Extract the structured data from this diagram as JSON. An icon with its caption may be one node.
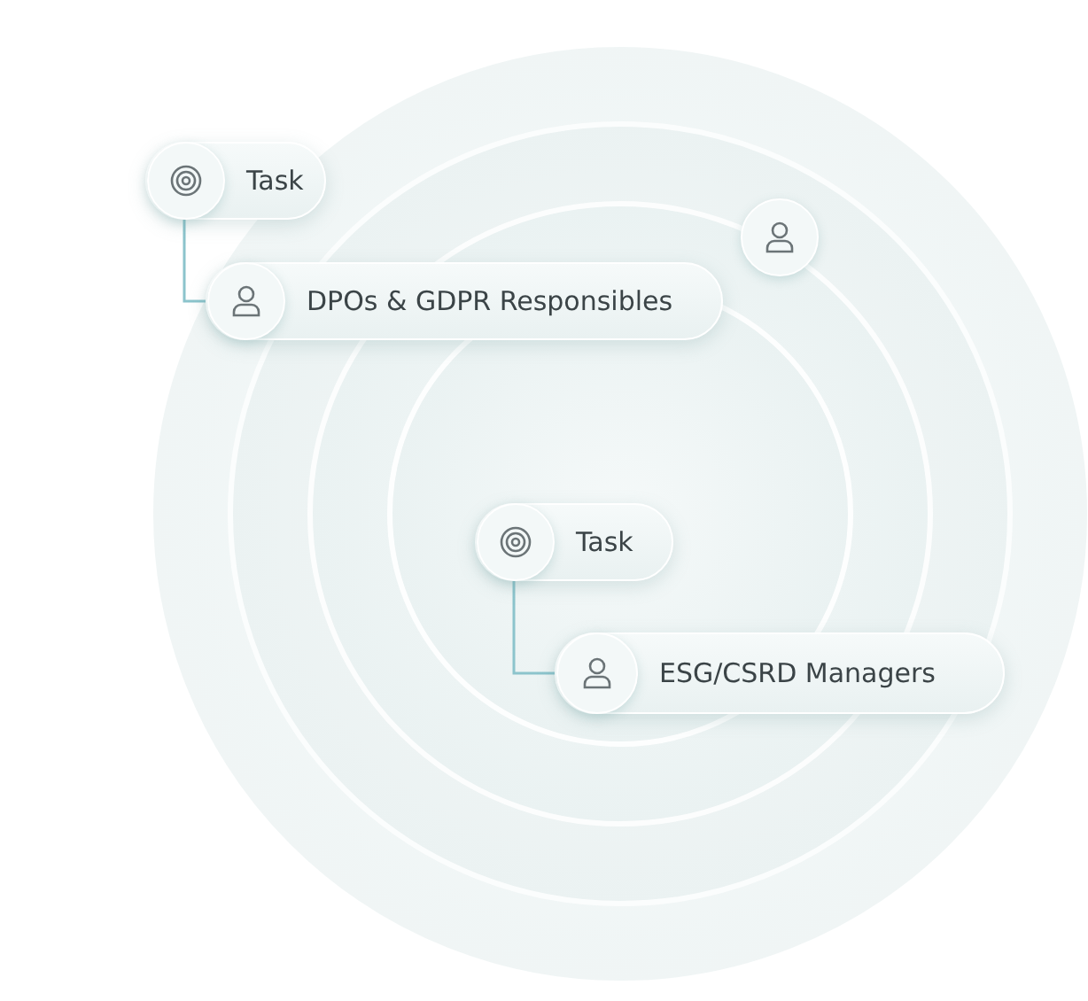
{
  "diagram": {
    "nodes": [
      {
        "text": [
          "Task"
        ]
      },
      {
        "text": [
          "DPOs & GDPR Responsibles"
        ]
      },
      {
        "text": [],
        "shape": "circle"
      },
      {
        "text": [
          "Task"
        ]
      },
      {
        "text": [
          "ESG/CSRD Managers"
        ]
      }
    ],
    "edges": [
      {
        "from": 0,
        "to": 1,
        "arrow": "none"
      },
      {
        "from": 3,
        "to": 4,
        "arrow": "none"
      }
    ]
  }
}
